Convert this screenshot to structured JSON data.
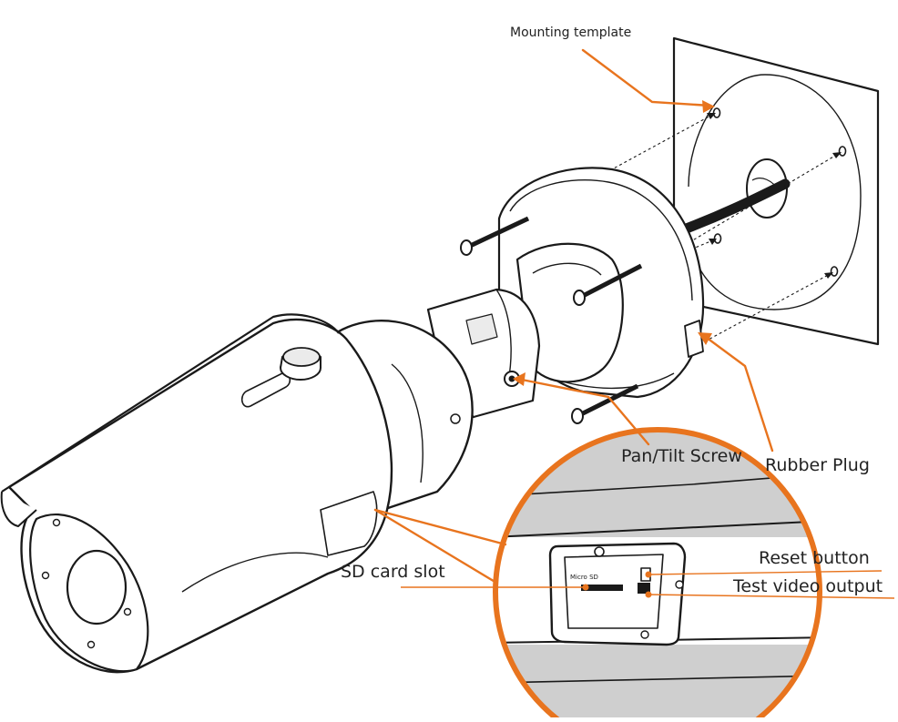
{
  "labels": {
    "mounting_template": "Mounting template",
    "pan_tilt_screw": "Pan/Tilt Screw",
    "rubber_plug": "Rubber Plug",
    "sd_card_slot": "SD card slot",
    "reset_button": "Reset button",
    "test_video_output": "Test video output",
    "micro_sd": "Micro SD"
  },
  "colors": {
    "leader": "#e8741e",
    "line": "#1a1a1a",
    "shade": "#cfcfcf",
    "light_shade": "#ebebeb"
  }
}
